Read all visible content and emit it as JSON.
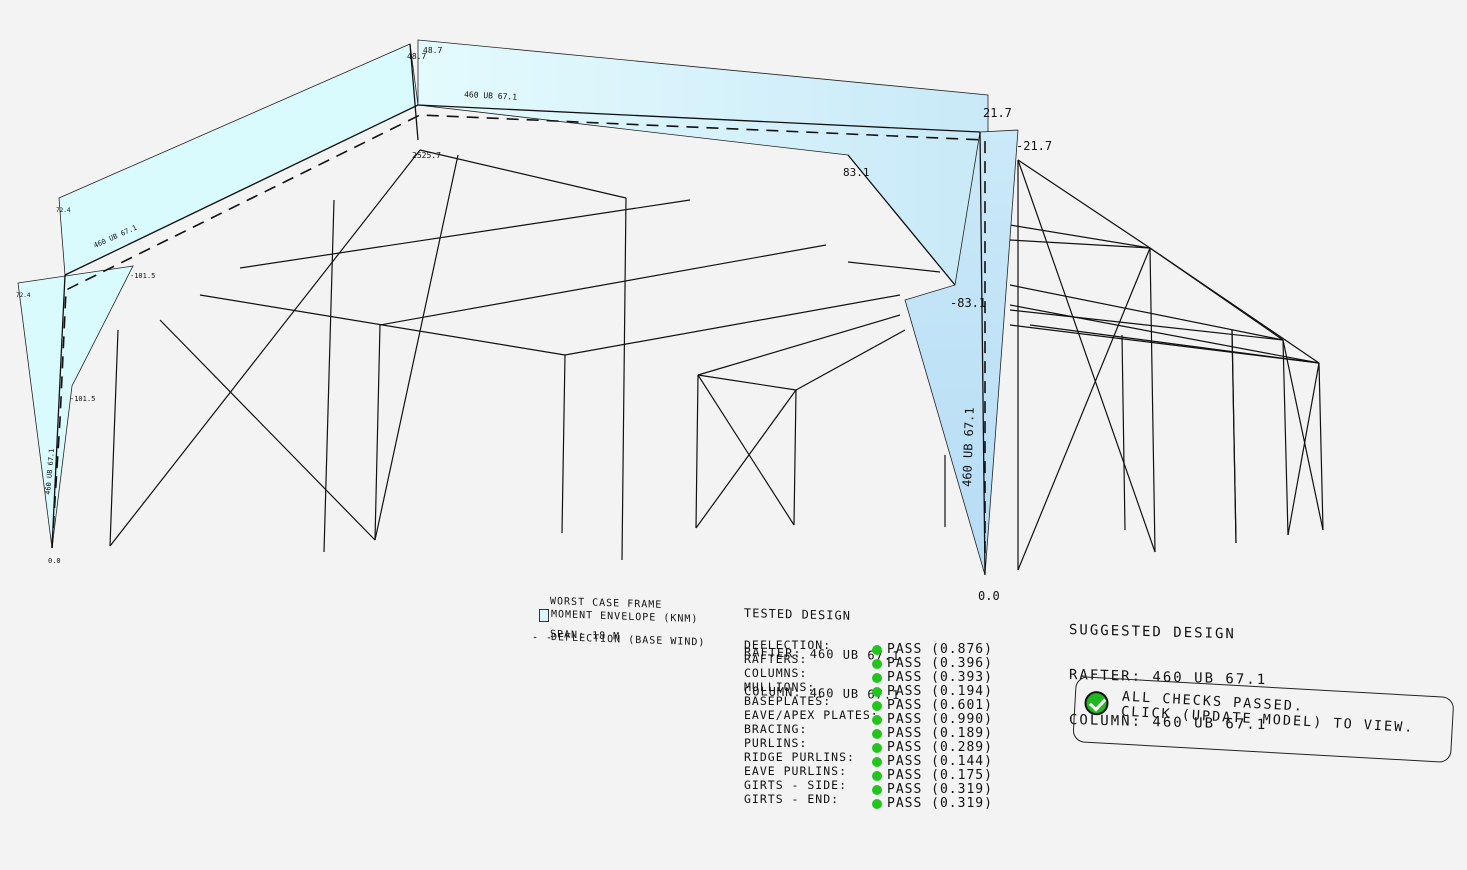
{
  "diagram_labels": {
    "left_top_a": "48.7",
    "left_top_b": "48.7",
    "left_mid": "2525.7",
    "left_rafter": "460 UB 67.1",
    "left_col_top": "72.4",
    "left_col_top2": "72.4",
    "left_101_a": "-101.5",
    "left_101_b": "-101.5",
    "left_column": "460 UB 67.1",
    "left_base": "0.0",
    "top_rafter": "460 UB 67.1",
    "right_217_a": "21.7",
    "right_217_b": "-21.7",
    "right_831_a": "83.1",
    "right_831_b": "-83.1",
    "right_column": "460 UB 67.1",
    "right_base": "0.0"
  },
  "legend": {
    "title_line1": "WORST CASE FRAME",
    "title_line2": "SPAN: 18 M",
    "moment": "MOMENT ENVELOPE (KNM)",
    "deflection_dash": "- -",
    "deflection": "DEFLECTION (BASE WIND)"
  },
  "tested": {
    "heading": "TESTED DESIGN",
    "rafter": "RAFTER: 460 UB 67.1",
    "column": "COLUMN: 460 UB 67.1"
  },
  "suggested": {
    "heading": "SUGGESTED DESIGN",
    "rafter": "RAFTER: 460 UB 67.1",
    "column": "COLUMN: 460 UB 67.1"
  },
  "checks": [
    {
      "label": "DEFLECTION:",
      "result": "PASS (0.876)"
    },
    {
      "label": "RAFTERS:",
      "result": "PASS (0.396)"
    },
    {
      "label": "COLUMNS:",
      "result": "PASS (0.393)"
    },
    {
      "label": "MULLIONS:",
      "result": "PASS (0.194)"
    },
    {
      "label": "BASEPLATES:",
      "result": "PASS (0.601)"
    },
    {
      "label": "EAVE/APEX PLATES:",
      "result": "PASS (0.990)"
    },
    {
      "label": "BRACING:",
      "result": "PASS (0.189)"
    },
    {
      "label": "PURLINS:",
      "result": "PASS (0.289)"
    },
    {
      "label": "RIDGE PURLINS:",
      "result": "PASS (0.144)"
    },
    {
      "label": "EAVE PURLINS:",
      "result": "PASS (0.175)"
    },
    {
      "label": "GIRTS - SIDE:",
      "result": "PASS (0.319)"
    },
    {
      "label": "GIRTS - END:",
      "result": "PASS (0.319)"
    },
    {
      "label": "",
      "result": ""
    }
  ],
  "notice": {
    "line1": "ALL CHECKS PASSED.",
    "line2": "CLICK (UPDATE MODEL) TO VIEW."
  },
  "colors": {
    "envelope_fill": "#d6f7fb",
    "envelope_fill_right": "#c4e6f7",
    "pass_dot": "#22c51e",
    "line": "#111111"
  }
}
